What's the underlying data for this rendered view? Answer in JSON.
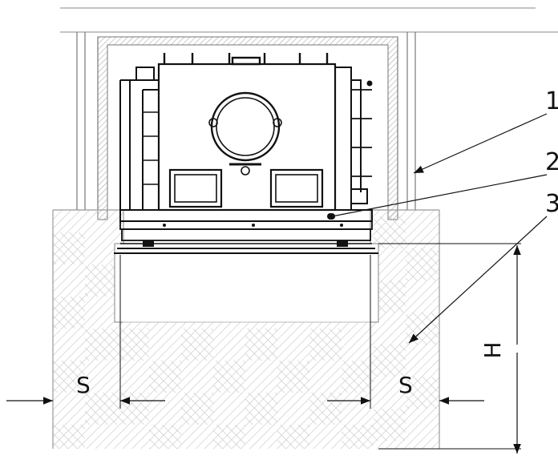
{
  "callouts": [
    {
      "id": "1",
      "label": "1"
    },
    {
      "id": "2",
      "label": "2"
    },
    {
      "id": "3",
      "label": "3"
    }
  ],
  "dimensions": {
    "clearance_left": "S",
    "clearance_right": "S",
    "height": "H"
  },
  "colors": {
    "line": "#111111",
    "masonry_hatch": "#bdbdbd",
    "insulation_hatch": "#9a9a9a",
    "background": "#ffffff"
  }
}
